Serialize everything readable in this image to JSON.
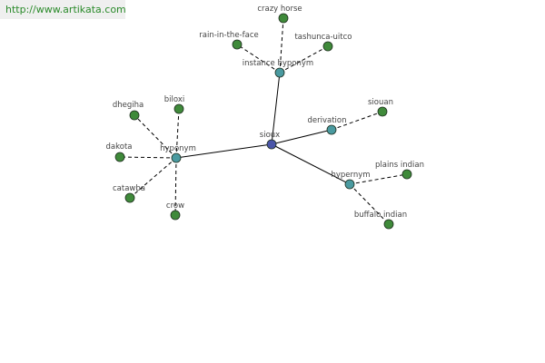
{
  "header": {
    "url": "http://www.artikata.com"
  },
  "colors": {
    "root_node": "#4a55a8",
    "relation_node": "#4a9aa0",
    "leaf_node": "#3f8a3a",
    "edge": "#000000",
    "label": "#444444",
    "url_text": "#2a8a2a"
  },
  "graph": {
    "nodes": [
      {
        "id": "sioux",
        "label": "sioux",
        "kind": "root"
      },
      {
        "id": "instance-hyponym",
        "label": "instance hyponym",
        "kind": "relation"
      },
      {
        "id": "derivation",
        "label": "derivation",
        "kind": "relation"
      },
      {
        "id": "hypernym",
        "label": "hypernym",
        "kind": "relation"
      },
      {
        "id": "hyponym",
        "label": "hyponym",
        "kind": "relation"
      },
      {
        "id": "crazy-horse",
        "label": "crazy horse",
        "kind": "leaf"
      },
      {
        "id": "rain-in-the-face",
        "label": "rain-in-the-face",
        "kind": "leaf"
      },
      {
        "id": "tashunca-uitco",
        "label": "tashunca-uitco",
        "kind": "leaf"
      },
      {
        "id": "siouan",
        "label": "siouan",
        "kind": "leaf"
      },
      {
        "id": "plains-indian",
        "label": "plains indian",
        "kind": "leaf"
      },
      {
        "id": "buffalo-indian",
        "label": "buffalo indian",
        "kind": "leaf"
      },
      {
        "id": "dhegiha",
        "label": "dhegiha",
        "kind": "leaf"
      },
      {
        "id": "biloxi",
        "label": "biloxi",
        "kind": "leaf"
      },
      {
        "id": "dakota",
        "label": "dakota",
        "kind": "leaf"
      },
      {
        "id": "catawba",
        "label": "catawba",
        "kind": "leaf"
      },
      {
        "id": "crow",
        "label": "crow",
        "kind": "leaf"
      }
    ],
    "edges": [
      {
        "from": "sioux",
        "to": "instance-hyponym",
        "style": "solid"
      },
      {
        "from": "sioux",
        "to": "derivation",
        "style": "solid"
      },
      {
        "from": "sioux",
        "to": "hypernym",
        "style": "solid"
      },
      {
        "from": "sioux",
        "to": "hyponym",
        "style": "solid"
      },
      {
        "from": "instance-hyponym",
        "to": "crazy-horse",
        "style": "dashed"
      },
      {
        "from": "instance-hyponym",
        "to": "rain-in-the-face",
        "style": "dashed"
      },
      {
        "from": "instance-hyponym",
        "to": "tashunca-uitco",
        "style": "dashed"
      },
      {
        "from": "derivation",
        "to": "siouan",
        "style": "dashed"
      },
      {
        "from": "hypernym",
        "to": "plains-indian",
        "style": "dashed"
      },
      {
        "from": "hypernym",
        "to": "buffalo-indian",
        "style": "dashed"
      },
      {
        "from": "hyponym",
        "to": "dhegiha",
        "style": "dashed"
      },
      {
        "from": "hyponym",
        "to": "biloxi",
        "style": "dashed"
      },
      {
        "from": "hyponym",
        "to": "dakota",
        "style": "dashed"
      },
      {
        "from": "hyponym",
        "to": "catawba",
        "style": "dashed"
      },
      {
        "from": "hyponym",
        "to": "crow",
        "style": "dashed"
      }
    ]
  }
}
